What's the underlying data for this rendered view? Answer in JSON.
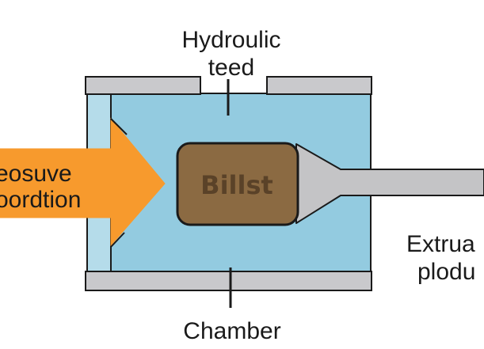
{
  "labels": {
    "top_line1": "Hydroulic",
    "top_line2": "teed",
    "left_line1": "eosuve",
    "left_line2": "oordtion",
    "billet": "Billst",
    "right_line1": "Extrua",
    "right_line2": "plodu",
    "bottom": "Chamber"
  },
  "colors": {
    "chamber_fill": "#93cbe0",
    "wall_fill": "#c9c9cc",
    "billet_fill": "#8b6a42",
    "arrow_fill": "#f79a2d",
    "die_fill": "#c4c4c6",
    "outline": "#1a1a1a"
  }
}
